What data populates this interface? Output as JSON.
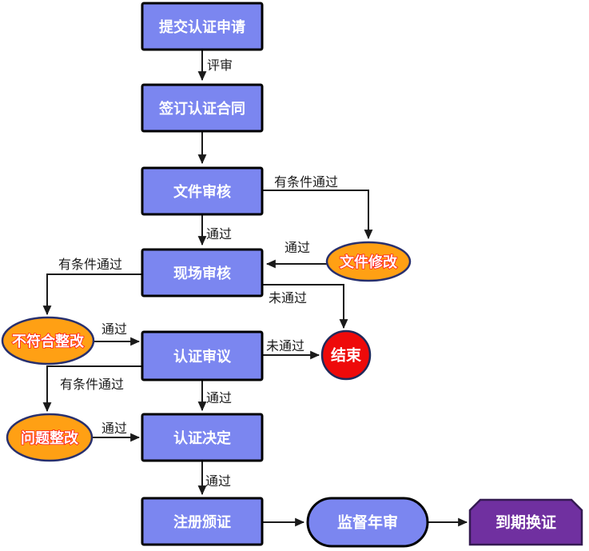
{
  "diagram": {
    "type": "flowchart",
    "background": "#FFFFFF",
    "nodes": {
      "submit": {
        "label": "提交认证申请",
        "shape": "process"
      },
      "contract": {
        "label": "签订认证合同",
        "shape": "process"
      },
      "doc_review": {
        "label": "文件审核",
        "shape": "process"
      },
      "onsite_audit": {
        "label": "现场审核",
        "shape": "process"
      },
      "deliberation": {
        "label": "认证审议",
        "shape": "process"
      },
      "decision": {
        "label": "认证决定",
        "shape": "process"
      },
      "register": {
        "label": "注册颁证",
        "shape": "process"
      },
      "doc_modify": {
        "label": "文件修改",
        "shape": "ellipse"
      },
      "nonconformity_rectification": {
        "label": "不符合整改",
        "shape": "ellipse"
      },
      "problem_rectification": {
        "label": "问题整改",
        "shape": "ellipse"
      },
      "end": {
        "label": "结束",
        "shape": "circle"
      },
      "annual_review": {
        "label": "监督年审",
        "shape": "stadium"
      },
      "renewal": {
        "label": "到期换证",
        "shape": "clipped-rect"
      }
    },
    "edges": [
      {
        "from": "submit",
        "to": "contract",
        "label": "评审"
      },
      {
        "from": "contract",
        "to": "doc_review",
        "label": ""
      },
      {
        "from": "doc_review",
        "to": "onsite_audit",
        "label": "通过"
      },
      {
        "from": "doc_review",
        "to": "doc_modify",
        "label": "有条件通过"
      },
      {
        "from": "doc_modify",
        "to": "onsite_audit",
        "label": "通过"
      },
      {
        "from": "onsite_audit",
        "to": "nonconformity_rectification",
        "label": "有条件通过"
      },
      {
        "from": "nonconformity_rectification",
        "to": "deliberation",
        "label": "通过"
      },
      {
        "from": "onsite_audit",
        "to": "end",
        "label": "未通过"
      },
      {
        "from": "deliberation",
        "to": "end",
        "label": "未通过"
      },
      {
        "from": "deliberation",
        "to": "decision",
        "label": "通过"
      },
      {
        "from": "deliberation",
        "to": "problem_rectification",
        "label": "有条件通过"
      },
      {
        "from": "problem_rectification",
        "to": "decision",
        "label": "通过"
      },
      {
        "from": "decision",
        "to": "register",
        "label": "通过"
      },
      {
        "from": "register",
        "to": "annual_review",
        "label": ""
      },
      {
        "from": "annual_review",
        "to": "renewal",
        "label": ""
      }
    ],
    "colors": {
      "process_fill": "#7B86F0",
      "process_border": "#000000",
      "ellipse_fill": "#FFA014",
      "ellipse_border": "#28306E",
      "ellipse_text_outline": "#FF1A1A",
      "end_fill": "#EE0A0A",
      "end_border": "#1F2A5B",
      "stadium_fill": "#7B86F0",
      "stadium_border": "#000000",
      "renewal_fill": "#7030A0",
      "renewal_border": "#351B52",
      "node_text": "#FFFFFF",
      "edge_line": "#1A1A1A",
      "edge_text": "#1A1A1A"
    }
  }
}
